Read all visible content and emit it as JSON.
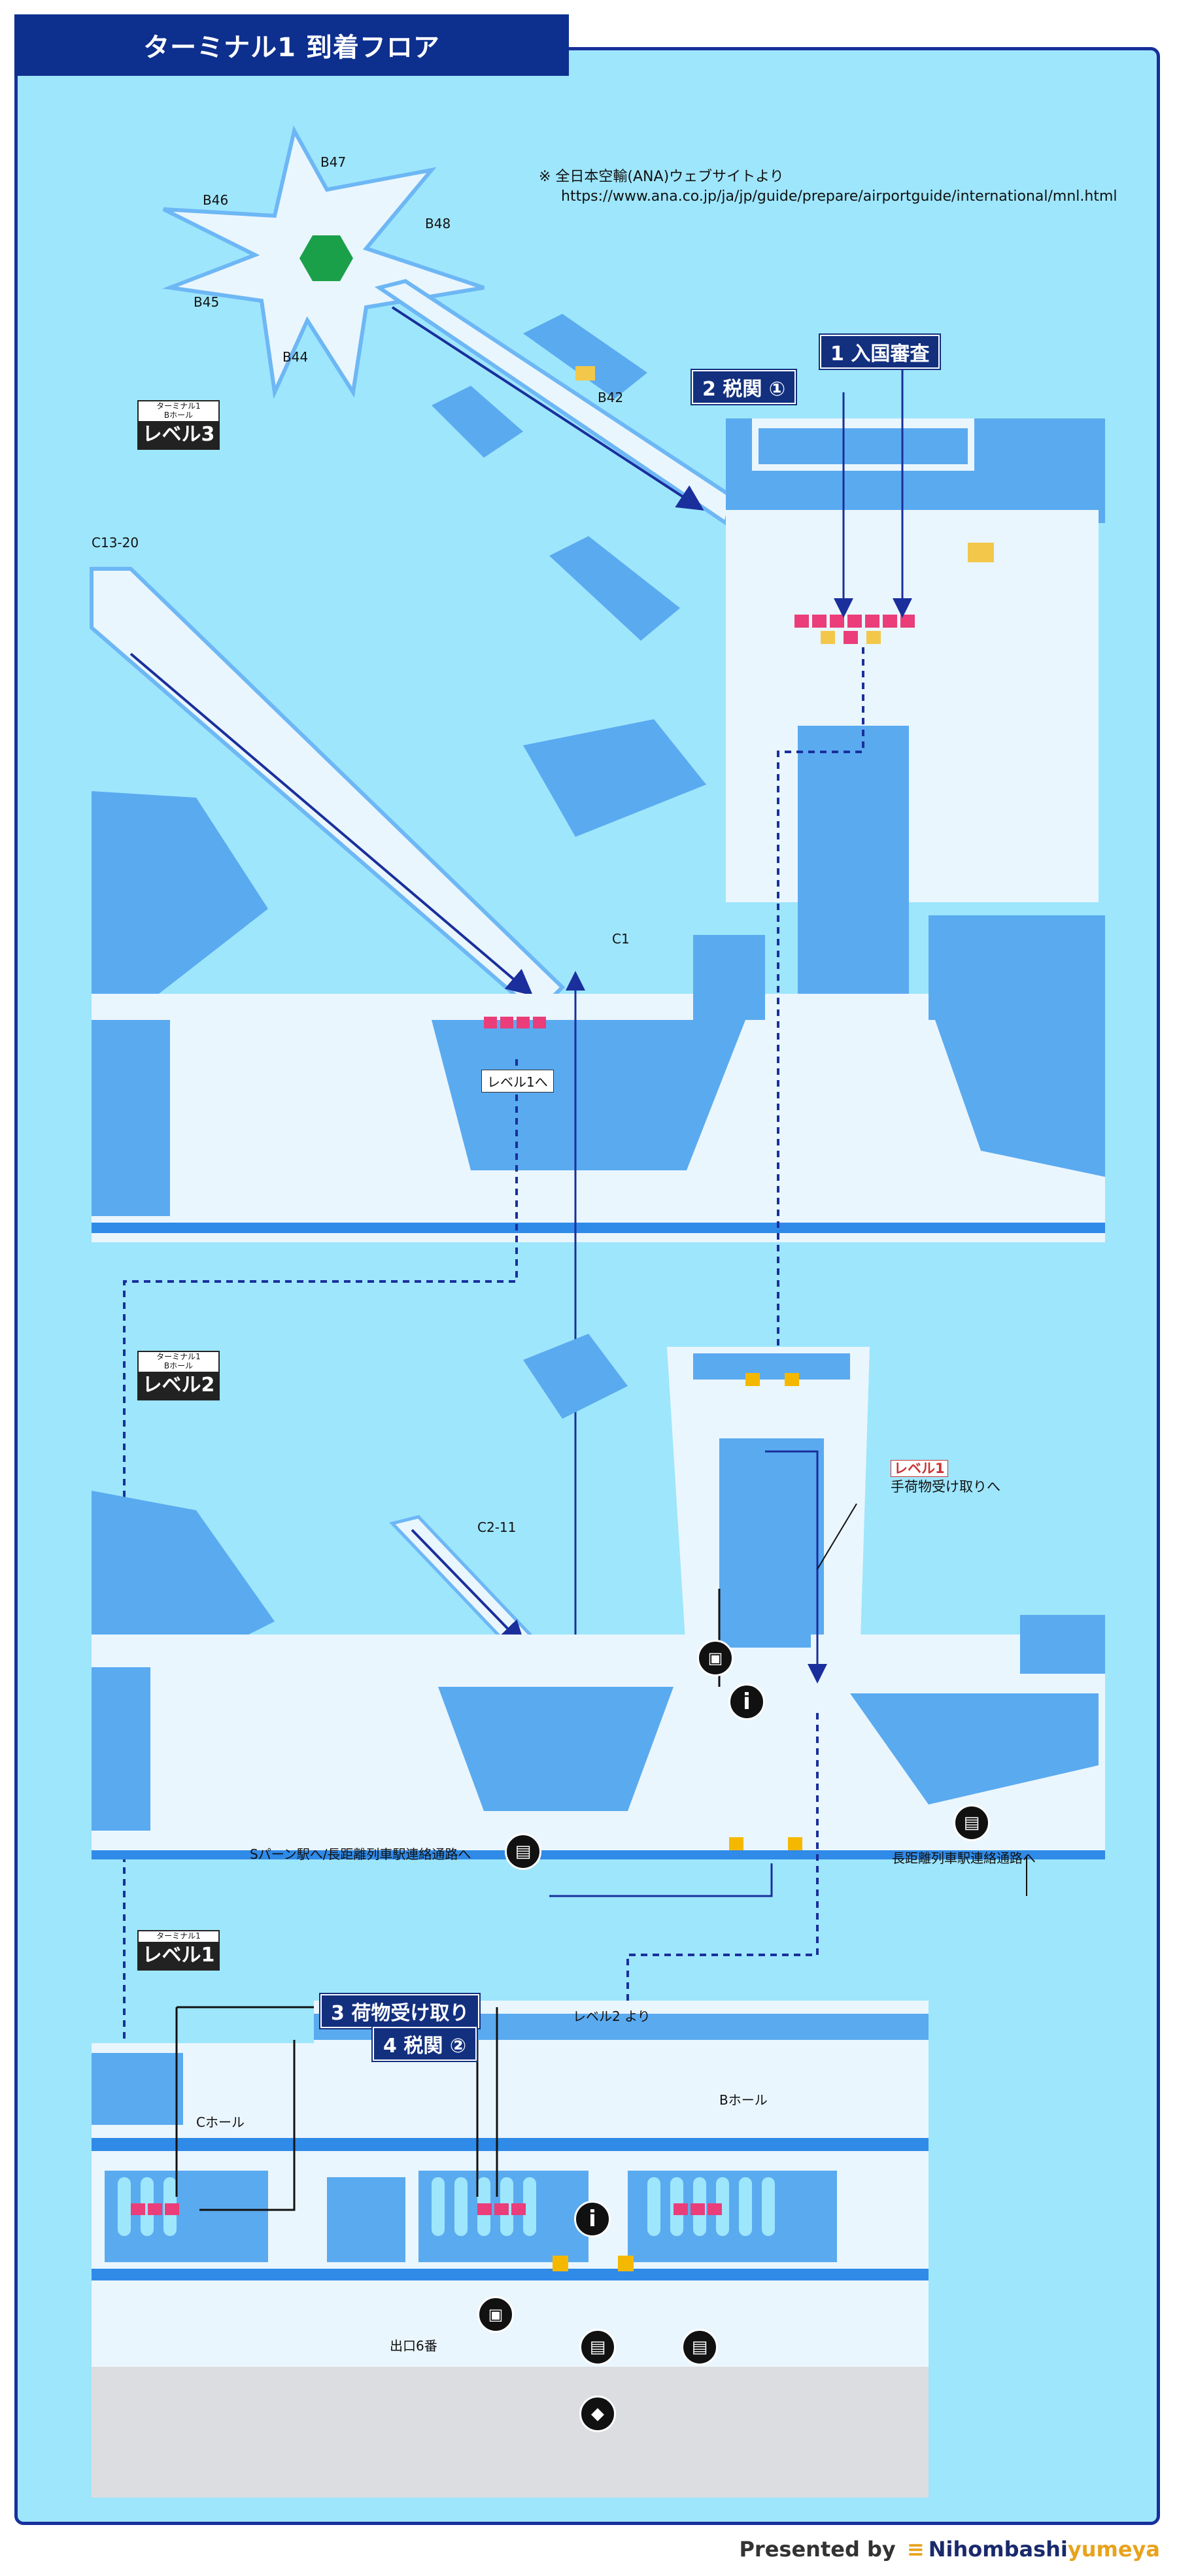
{
  "title": "ターミナル1 到着フロア",
  "source_note": {
    "line1": "※ 全日本空輸(ANA)ウェブサイトより",
    "line2": "https://www.ana.co.jp/ja/jp/guide/prepare/airportguide/international/mnl.html"
  },
  "levels": {
    "level3": {
      "small1": "ターミナル1",
      "small2": "Bホール",
      "big": "レベル3"
    },
    "level2": {
      "small1": "ターミナル1",
      "small2": "Bホール",
      "big": "レベル2"
    },
    "level1": {
      "small1": "ターミナル1",
      "big": "レベル1"
    }
  },
  "steps": {
    "step1": "1 入国審査",
    "step2": "2 税関 ①",
    "step3": "3 荷物受け取り",
    "step4": "4 税関 ②"
  },
  "gates": {
    "b47": "B47",
    "b46": "B46",
    "b48": "B48",
    "b45": "B45",
    "b44": "B44",
    "b42": "B42",
    "c13_20": "C13-20",
    "c1": "C1",
    "c2_11": "C2-11"
  },
  "labels": {
    "to_level1": "レベル1へ",
    "level1_tag": "レベル1",
    "level1_desc": "手荷物受け取りへ",
    "s_train": "Sパーン駅へ/長距離列車駅連絡通路へ",
    "long_train": "長距離列車駅連絡通路へ",
    "from_level2": "レベル2 より",
    "c_hall": "Cホール",
    "b_hall": "Bホール",
    "exit6": "出口6番"
  },
  "icons": [
    "info-icon",
    "bus-icon",
    "taxi-icon",
    "escalator-icon",
    "customs-icon",
    "no-entry-icon",
    "security-check-icon"
  ],
  "colors": {
    "background": "#9ee6fc",
    "frame": "#17309a",
    "floor": "#eaf6fd",
    "building": "#5aaaf0",
    "route": "#1a2f9c",
    "counter": "#ea3d7a",
    "step_badge": "#13307f",
    "no_entry": "#f5b800"
  },
  "footer": {
    "prefix": "Presented by",
    "brand1": "Nihombashi",
    "brand2": "yumeya"
  }
}
